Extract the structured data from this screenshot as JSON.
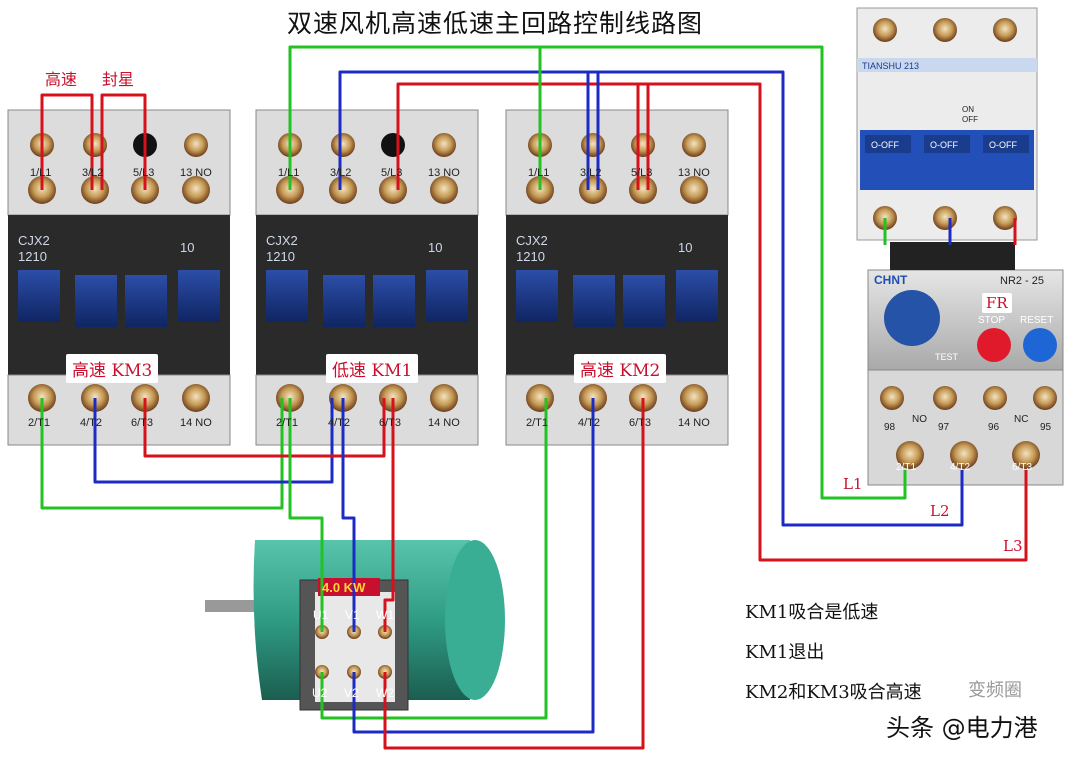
{
  "title": "双速风机高速低速主回路控制线路图",
  "top_labels": {
    "high": "高速",
    "star": "封星"
  },
  "contactors": [
    {
      "model_line1": "CJX2",
      "model_line2": "1210",
      "num": "10",
      "tag": "高速 KM3",
      "top_terminals": [
        "1/L1",
        "3/L2",
        "5/L3",
        "13 NO"
      ],
      "bottom_terminals": [
        "2/T1",
        "4/T2",
        "6/T3",
        "14 NO"
      ]
    },
    {
      "model_line1": "CJX2",
      "model_line2": "1210",
      "num": "10",
      "tag": "低速 KM1",
      "top_terminals": [
        "1/L1",
        "3/L2",
        "5/L3",
        "13 NO"
      ],
      "bottom_terminals": [
        "2/T1",
        "4/T2",
        "6/T3",
        "14 NO"
      ]
    },
    {
      "model_line1": "CJX2",
      "model_line2": "1210",
      "num": "10",
      "tag": "高速 KM2",
      "top_terminals": [
        "1/L1",
        "3/L2",
        "5/L3",
        "13 NO"
      ],
      "bottom_terminals": [
        "2/T1",
        "4/T2",
        "6/T3",
        "14 NO"
      ]
    }
  ],
  "breaker": {
    "brand": "TIANSHU 213",
    "switch_labels": [
      "O-OFF",
      "O-OFF",
      "O-OFF"
    ],
    "on_text": "ON",
    "off_text": "OFF"
  },
  "relay": {
    "brand": "CHNT",
    "model": "NR2 - 25",
    "tag": "FR",
    "stop": "STOP",
    "reset": "RESET",
    "test": "TEST",
    "contacts": [
      "98",
      "NO",
      "97",
      "96",
      "NC",
      "95"
    ],
    "out_terminals": [
      "2/T1",
      "4/T2",
      "6/T3"
    ]
  },
  "motor": {
    "power": "4.0 KW",
    "terminals_top": [
      "U1",
      "V1",
      "W1"
    ],
    "terminals_bottom": [
      "U2",
      "V2",
      "W2"
    ]
  },
  "phase_labels": [
    "L1",
    "L2",
    "L3"
  ],
  "notes": [
    "KM1吸合是低速",
    "KM1退出",
    "KM2和KM3吸合高速"
  ],
  "watermark": {
    "main": "头条 @电力港",
    "secondary": "变频圈"
  },
  "colors": {
    "wire_red": "#d6111b",
    "wire_blue": "#1c2bc4",
    "wire_green": "#22c222",
    "contactor_blue": "#17307a",
    "motor_green": "#2f9c84",
    "relay_grey": "#c9c9c9"
  }
}
